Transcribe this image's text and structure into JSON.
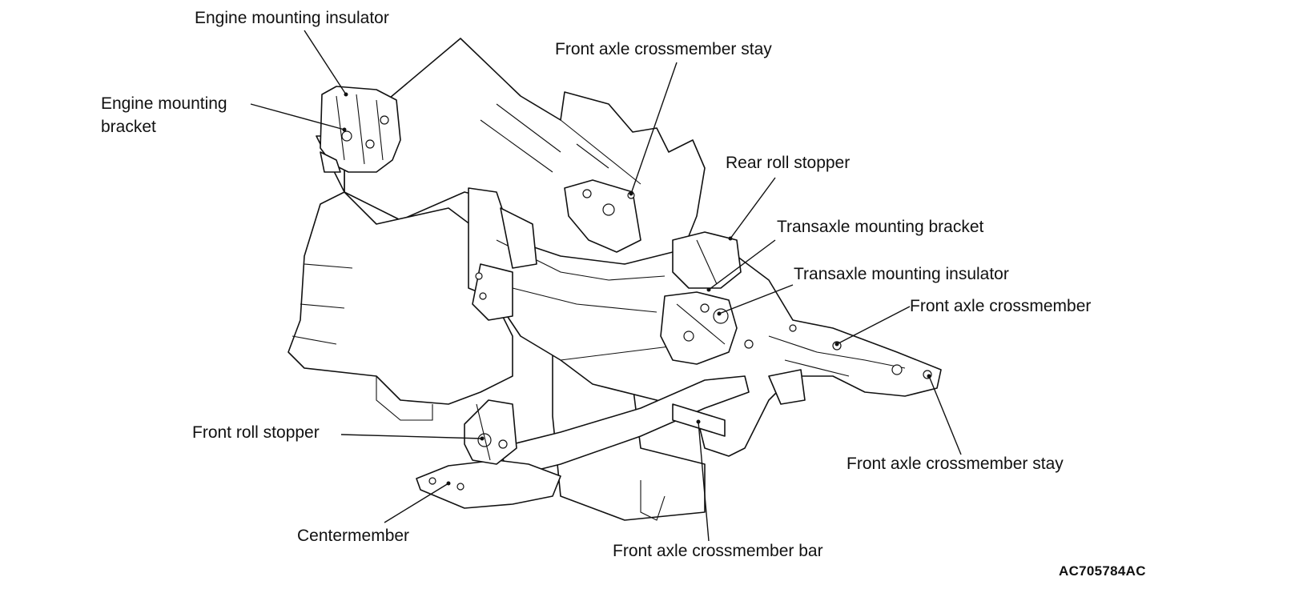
{
  "diagram": {
    "labels": {
      "engine_mounting_insulator": "Engine mounting insulator",
      "engine_mounting_bracket_line1": "Engine mounting",
      "engine_mounting_bracket_line2": "bracket",
      "front_axle_crossmember_stay_top": "Front axle crossmember stay",
      "rear_roll_stopper": "Rear roll stopper",
      "transaxle_mounting_bracket": "Transaxle mounting bracket",
      "transaxle_mounting_insulator": "Transaxle mounting insulator",
      "front_axle_crossmember": "Front axle crossmember",
      "front_roll_stopper": "Front roll stopper",
      "front_axle_crossmember_stay_bottom": "Front axle crossmember stay",
      "centermember": "Centermember",
      "front_axle_crossmember_bar": "Front axle crossmember bar"
    },
    "figure_code": "AC705784AC"
  }
}
